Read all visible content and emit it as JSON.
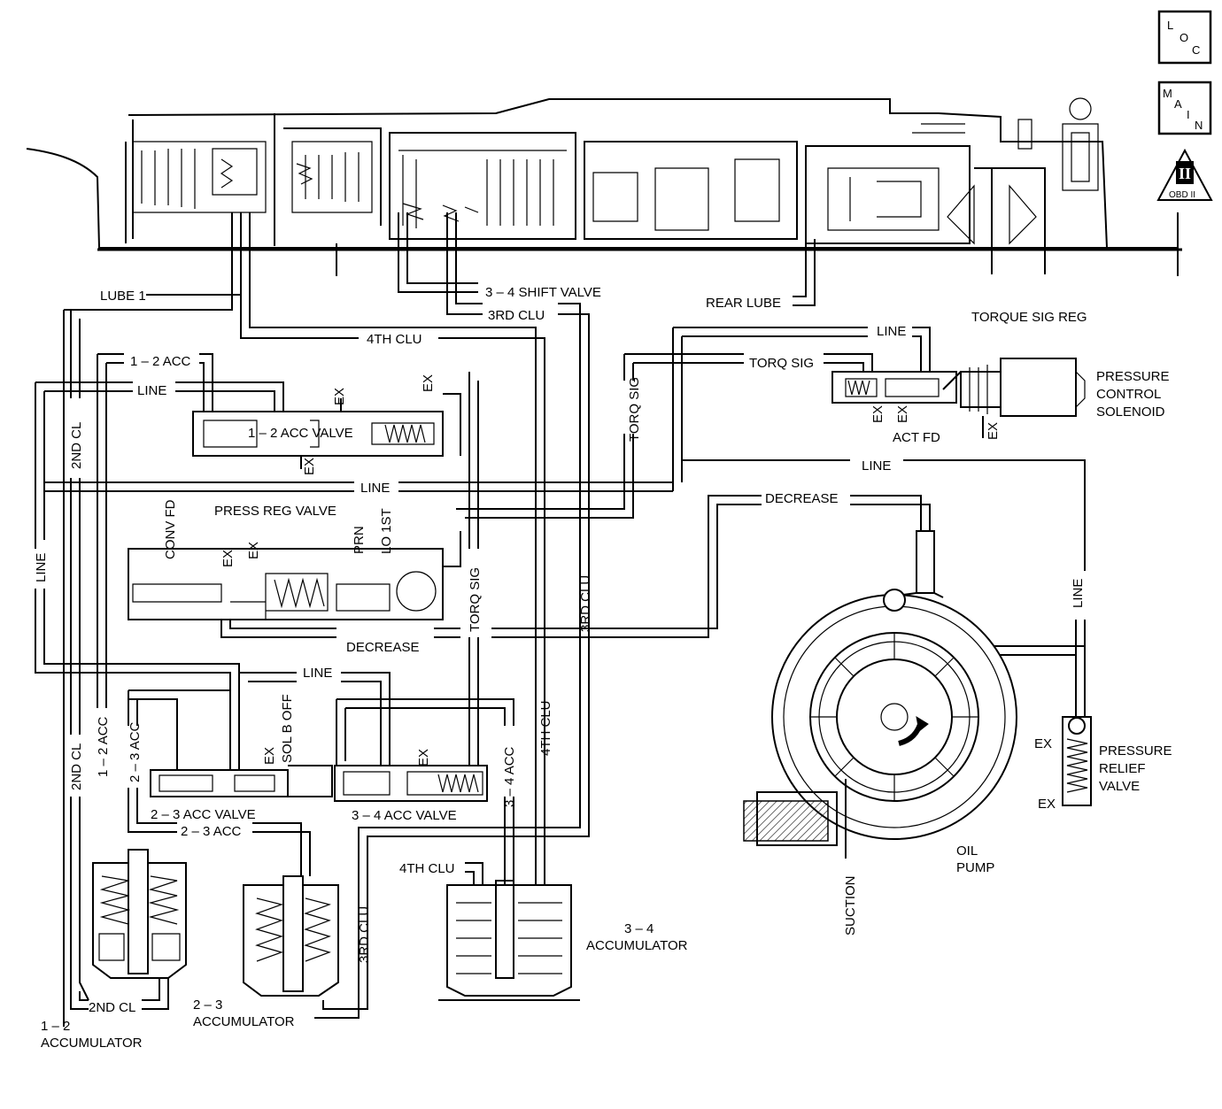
{
  "nav": {
    "loc": [
      "L",
      "O",
      "C"
    ],
    "main": [
      "M",
      "A",
      "I",
      "N"
    ],
    "obd_badge": "OBD II",
    "obd_numeral": "II"
  },
  "labels": {
    "lube1": "LUBE 1",
    "shift_34": "3 – 4 SHIFT VALVE",
    "rear_lube": "REAR LUBE",
    "clu3_top": "3RD CLU",
    "clu4_top": "4TH CLU",
    "line_top_right": "LINE",
    "torque_sig_reg": "TORQUE SIG REG",
    "torq_sig_h": "TORQ SIG",
    "pcs_1": "PRESSURE",
    "pcs_2": "CONTROL",
    "pcs_3": "SOLENOID",
    "ex_pcs_1": "EX",
    "ex_pcs_2": "EX",
    "ex_pcs_3": "EX",
    "act_fd": "ACT FD",
    "line_mid_right": "LINE",
    "decrease_top": "DECREASE",
    "acc12_top": "1 – 2 ACC",
    "line_left_top": "LINE",
    "ex_12_a": "EX",
    "ex_12_b": "EX",
    "ex_12_c": "EX",
    "acc12_valve": "1 – 2 ACC VALVE",
    "cl2_v_top": "2ND CL",
    "line_center": "LINE",
    "torq_sig_v": "TORQ SIG",
    "conv_fd": "CONV FD",
    "press_reg_valve": "PRESS REG VALVE",
    "ex_pr_1": "EX",
    "ex_pr_2": "EX",
    "prn": "PRN",
    "lo1st": "LO 1ST",
    "line_left_v": "LINE",
    "torq_sig_v2": "TORQ SIG",
    "clu3_v": "3RD CLU",
    "decrease_bottom": "DECREASE",
    "line_right_v": "LINE",
    "line_low": "LINE",
    "sol_b_off": "SOL B OFF",
    "ex_23": "EX",
    "ex_34": "EX",
    "acc23_v": "2 – 3 ACC",
    "acc12_v": "1 – 2 ACC",
    "cl2_v_low": "2ND CL",
    "clu4_v": "4TH CLU",
    "acc34_v": "3 – 4 ACC",
    "acc23_valve": "2 – 3 ACC VALVE",
    "acc34_valve": "3 – 4 ACC VALVE",
    "acc23_h": "2 – 3 ACC",
    "ex_relief_1": "EX",
    "ex_relief_2": "EX",
    "relief_1": "PRESSURE",
    "relief_2": "RELIEF",
    "relief_3": "VALVE",
    "oil_pump_1": "OIL",
    "oil_pump_2": "PUMP",
    "suction": "SUCTION",
    "clu4_low": "4TH CLU",
    "acc34_name_1": "3 – 4",
    "acc34_name_2": "ACCUMULATOR",
    "clu3_low_v": "3RD CLU",
    "cl2_bottom": "2ND CL",
    "acc23_name_1": "2 – 3",
    "acc23_name_2": "ACCUMULATOR",
    "acc12_name_1": "1 – 2",
    "acc12_name_2": "ACCUMULATOR"
  }
}
